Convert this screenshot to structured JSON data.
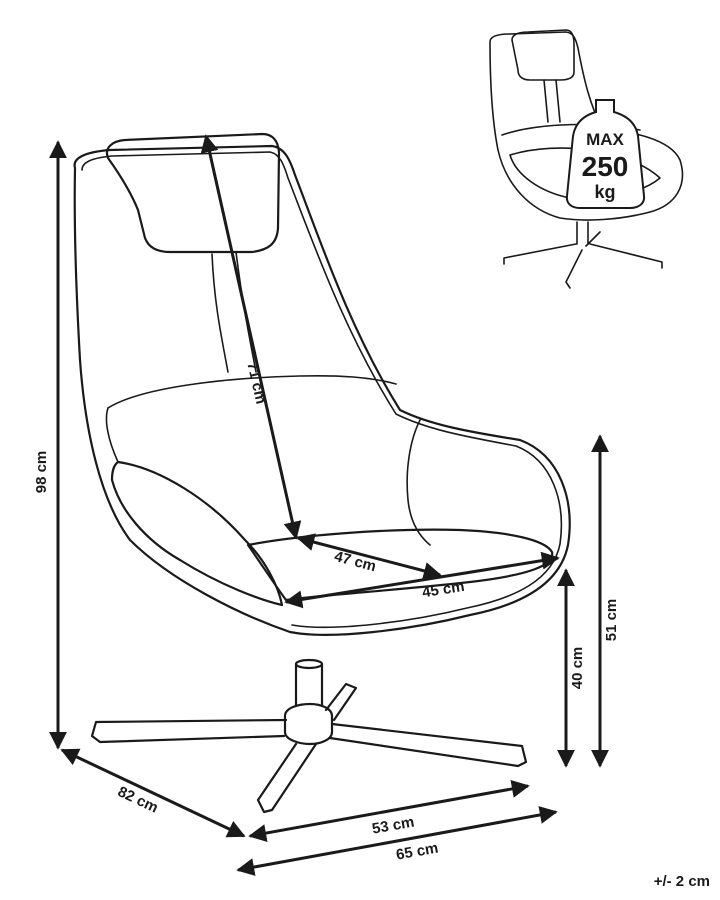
{
  "dimensions": {
    "height_total": "98 cm",
    "backrest_height": "71 cm",
    "seat_depth": "47 cm",
    "seat_width": "45 cm",
    "armrest_height": "51 cm",
    "seat_height": "40 cm",
    "depth": "82 cm",
    "base_width": "53 cm",
    "width": "65 cm"
  },
  "weight_badge": {
    "line1": "MAX",
    "line2": "250",
    "line3": "kg"
  },
  "tolerance": "+/- 2 cm"
}
